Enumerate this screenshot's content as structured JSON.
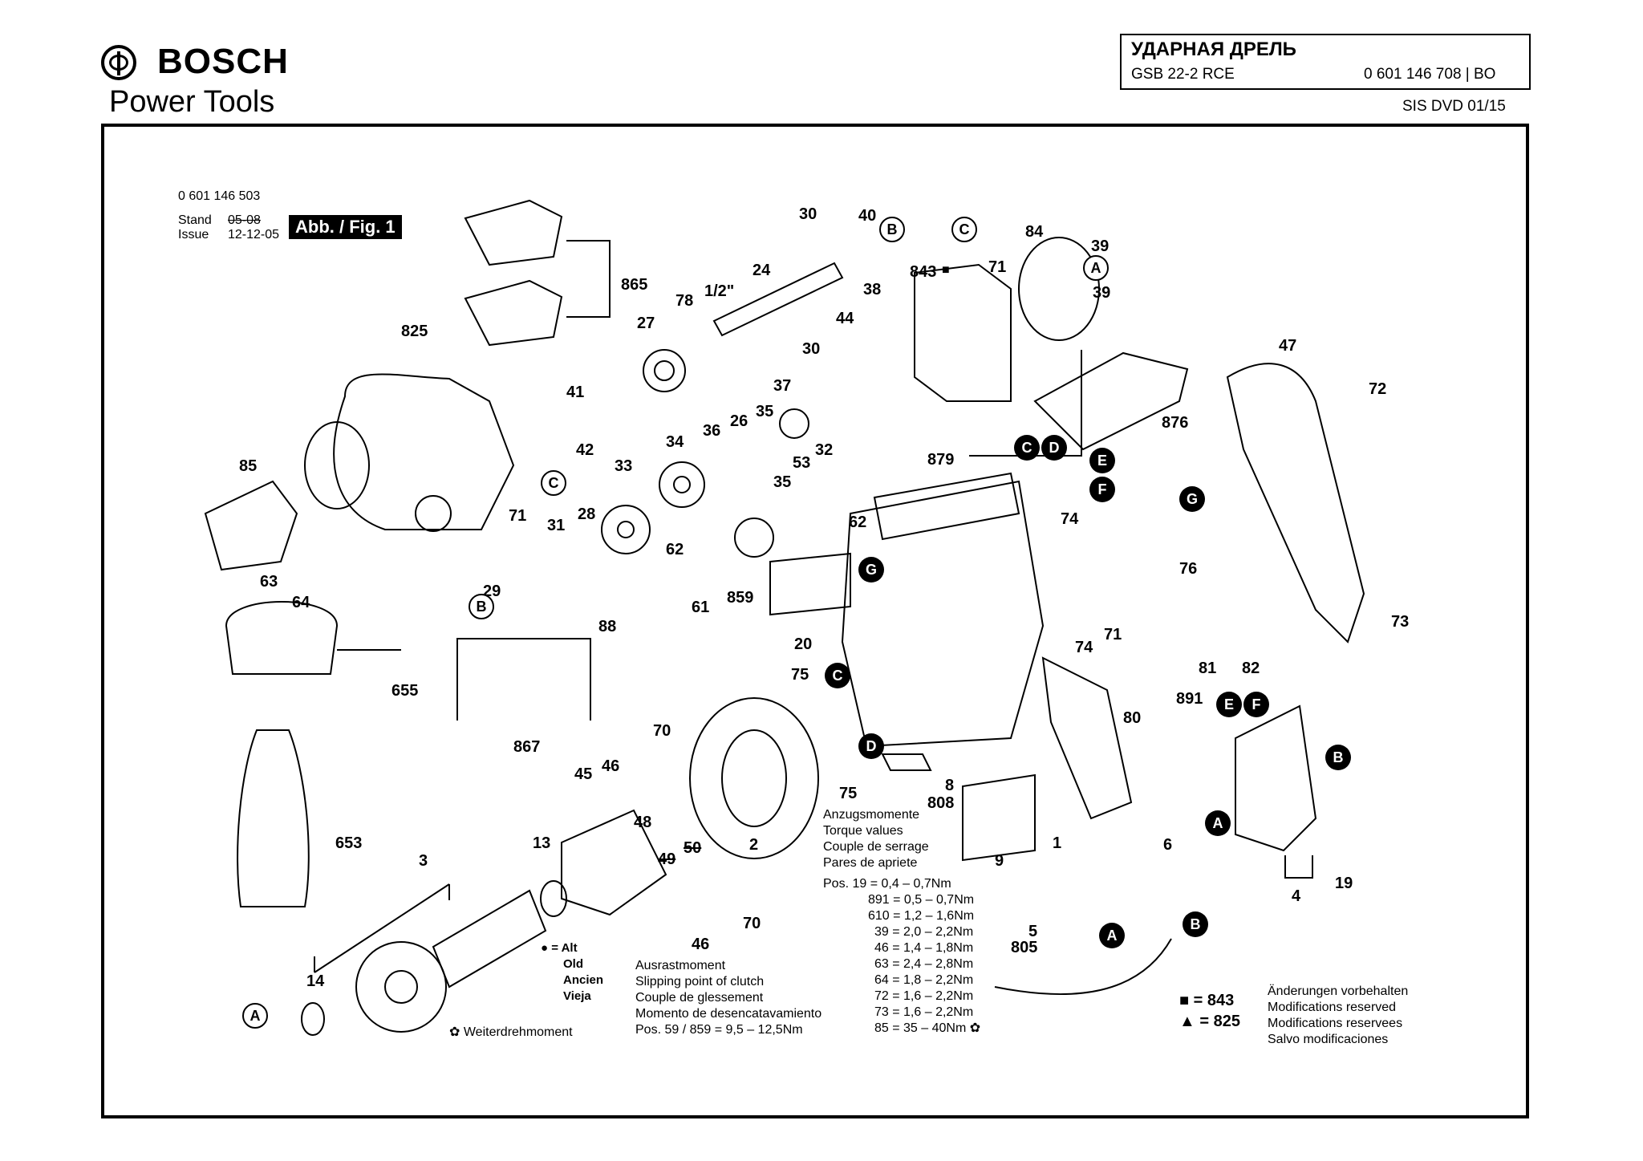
{
  "header": {
    "brand": "BOSCH",
    "subtitle": "Power Tools",
    "title": "УДАРНАЯ ДРЕЛЬ",
    "model": "GSB 22-2 RCE",
    "part_number": "0 601 146 708 | BO",
    "sis": "SIS DVD 01/15"
  },
  "meta": {
    "doc_number": "0 601 146 503",
    "stand_label": "Stand",
    "issue_label": "Issue",
    "stand_old": "05-08",
    "issue_date": "12-12-05",
    "fig_label": "Abb. / Fig. 1"
  },
  "callouts": [
    {
      "id": "c865",
      "text": "865"
    },
    {
      "id": "c825",
      "text": "825"
    },
    {
      "id": "c85",
      "text": "85"
    },
    {
      "id": "c41",
      "text": "41"
    },
    {
      "id": "c42",
      "text": "42"
    },
    {
      "id": "c71a",
      "text": "71"
    },
    {
      "id": "c31",
      "text": "31"
    },
    {
      "id": "c28",
      "text": "28"
    },
    {
      "id": "c33",
      "text": "33"
    },
    {
      "id": "c29",
      "text": "29"
    },
    {
      "id": "c63",
      "text": "63"
    },
    {
      "id": "c64",
      "text": "64"
    },
    {
      "id": "c88",
      "text": "88"
    },
    {
      "id": "c655",
      "text": "655"
    },
    {
      "id": "c867",
      "text": "867"
    },
    {
      "id": "c653",
      "text": "653"
    },
    {
      "id": "c3",
      "text": "3"
    },
    {
      "id": "c14",
      "text": "14"
    },
    {
      "id": "c27",
      "text": "27"
    },
    {
      "id": "c78",
      "text": "78"
    },
    {
      "id": "c12",
      "text": "1/2\""
    },
    {
      "id": "c24",
      "text": "24"
    },
    {
      "id": "c30a",
      "text": "30"
    },
    {
      "id": "c30b",
      "text": "30"
    },
    {
      "id": "c40",
      "text": "40"
    },
    {
      "id": "c38",
      "text": "38"
    },
    {
      "id": "c44",
      "text": "44"
    },
    {
      "id": "c843",
      "text": "843"
    },
    {
      "id": "c71b",
      "text": "71"
    },
    {
      "id": "c84",
      "text": "84"
    },
    {
      "id": "c39a",
      "text": "39"
    },
    {
      "id": "c39b",
      "text": "39"
    },
    {
      "id": "c37",
      "text": "37"
    },
    {
      "id": "c36",
      "text": "36"
    },
    {
      "id": "c26",
      "text": "26"
    },
    {
      "id": "c35a",
      "text": "35"
    },
    {
      "id": "c34",
      "text": "34"
    },
    {
      "id": "c53",
      "text": "53"
    },
    {
      "id": "c32",
      "text": "32"
    },
    {
      "id": "c35b",
      "text": "35"
    },
    {
      "id": "c62a",
      "text": "62"
    },
    {
      "id": "c62b",
      "text": "62"
    },
    {
      "id": "c61",
      "text": "61"
    },
    {
      "id": "c859",
      "text": "859"
    },
    {
      "id": "c879",
      "text": "879"
    },
    {
      "id": "c876",
      "text": "876"
    },
    {
      "id": "c47",
      "text": "47"
    },
    {
      "id": "c72",
      "text": "72"
    },
    {
      "id": "c73",
      "text": "73"
    },
    {
      "id": "c74a",
      "text": "74"
    },
    {
      "id": "c74b",
      "text": "74"
    },
    {
      "id": "c76",
      "text": "76"
    },
    {
      "id": "c20",
      "text": "20"
    },
    {
      "id": "c71c",
      "text": "71"
    },
    {
      "id": "c81",
      "text": "81"
    },
    {
      "id": "c82",
      "text": "82"
    },
    {
      "id": "c891",
      "text": "891"
    },
    {
      "id": "c80",
      "text": "80"
    },
    {
      "id": "c75a",
      "text": "75"
    },
    {
      "id": "c75b",
      "text": "75"
    },
    {
      "id": "c70a",
      "text": "70"
    },
    {
      "id": "c70b",
      "text": "70"
    },
    {
      "id": "c46a",
      "text": "46"
    },
    {
      "id": "c46b",
      "text": "46"
    },
    {
      "id": "c45",
      "text": "45"
    },
    {
      "id": "c13",
      "text": "13"
    },
    {
      "id": "c48",
      "text": "48"
    },
    {
      "id": "c49",
      "text": "49"
    },
    {
      "id": "c50",
      "text": "50"
    },
    {
      "id": "c2",
      "text": "2"
    },
    {
      "id": "c8",
      "text": "8"
    },
    {
      "id": "c808",
      "text": "808"
    },
    {
      "id": "c9",
      "text": "9"
    },
    {
      "id": "c1",
      "text": "1"
    },
    {
      "id": "c6",
      "text": "6"
    },
    {
      "id": "c4",
      "text": "4"
    },
    {
      "id": "c19",
      "text": "19"
    },
    {
      "id": "c5",
      "text": "5"
    },
    {
      "id": "c805",
      "text": "805"
    }
  ],
  "markers": [
    {
      "id": "mB1",
      "text": "B",
      "style": "white"
    },
    {
      "id": "mC1",
      "text": "C",
      "style": "white"
    },
    {
      "id": "mA1",
      "text": "A",
      "style": "white"
    },
    {
      "id": "mC2",
      "text": "C",
      "style": "white"
    },
    {
      "id": "mB2",
      "text": "B",
      "style": "white"
    },
    {
      "id": "mA2",
      "text": "A",
      "style": "white"
    },
    {
      "id": "mC3",
      "text": "C",
      "style": "black"
    },
    {
      "id": "mD1",
      "text": "D",
      "style": "black"
    },
    {
      "id": "mE1",
      "text": "E",
      "style": "black"
    },
    {
      "id": "mF1",
      "text": "F",
      "style": "black"
    },
    {
      "id": "mG1",
      "text": "G",
      "style": "black"
    },
    {
      "id": "mG2",
      "text": "G",
      "style": "black"
    },
    {
      "id": "mC4",
      "text": "C",
      "style": "black"
    },
    {
      "id": "mD2",
      "text": "D",
      "style": "black"
    },
    {
      "id": "mE2",
      "text": "E",
      "style": "black"
    },
    {
      "id": "mF2",
      "text": "F",
      "style": "black"
    },
    {
      "id": "mB3",
      "text": "B",
      "style": "black"
    },
    {
      "id": "mA3",
      "text": "A",
      "style": "black"
    },
    {
      "id": "mA4",
      "text": "A",
      "style": "black"
    },
    {
      "id": "mB4",
      "text": "B",
      "style": "black"
    }
  ],
  "legend": {
    "alt_symbol": "● = Alt",
    "alt_lines": [
      "Old",
      "Ancien",
      "Vieja"
    ],
    "extra_torque": "✿ Weiterdrehmoment"
  },
  "torque": {
    "headers": [
      "Anzugsmomente",
      "Torque values",
      "Couple de serrage",
      "Pares de apriete"
    ],
    "rows": [
      "Pos.  19  =  0,4  –  0,7Nm",
      "891  =  0,5  –  0,7Nm",
      "610  =  1,2  –  1,6Nm",
      "39  =  2,0  –  2,2Nm",
      "46  =  1,4  –  1,8Nm",
      "63  =  2,4  –  2,8Nm",
      "64  =  1,8  –  2,2Nm",
      "72  =  1,6  –  2,2Nm",
      "73  =  1,6  –  2,2Nm",
      "85  =  35  –  40Nm ✿"
    ]
  },
  "clutch": {
    "lines": [
      "Ausrastmoment",
      "Slipping point of clutch",
      "Couple de glessement",
      "Momento de desencatavamiento"
    ],
    "value": "Pos.  59 / 859  =  9,5  –  12,5Nm"
  },
  "symbols": {
    "square": "■ = 843",
    "triangle": "▲ = 825"
  },
  "changes": [
    "Änderungen vorbehalten",
    "Modifications reserved",
    "Modifications reservees",
    "Salvo modificaciones"
  ]
}
